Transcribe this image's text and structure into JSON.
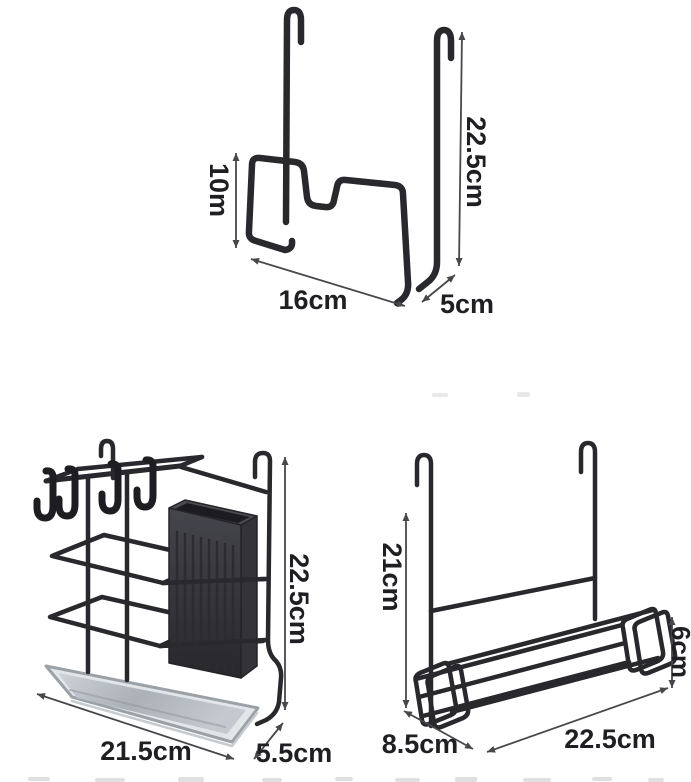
{
  "image": {
    "type": "product-dimension-diagram",
    "background": "#ffffff"
  },
  "colors": {
    "wire": "#28282d",
    "dimension_arrow": "#47474c",
    "label_text": "#1f1f23",
    "tray_fill": "#e2e6e9",
    "tray_floor": "#b6bcc2",
    "box_fill": "#3b3b41"
  },
  "products": {
    "top_bracket": {
      "name": "over-door wire hook bracket",
      "labels": {
        "inner_height": "10m",
        "height": "22.5cm",
        "width": "16cm",
        "depth": "5cm"
      }
    },
    "utensil_rack": {
      "name": "hanging utensil rack with hooks, cutlery box and drip tray",
      "labels": {
        "height": "22.5cm",
        "width": "21.5cm",
        "depth": "5.5cm"
      }
    },
    "basket_rack": {
      "name": "hanging wire basket shelf",
      "labels": {
        "height": "21cm",
        "basket_height": "6cm",
        "depth": "8.5cm",
        "width": "22.5cm"
      }
    }
  }
}
